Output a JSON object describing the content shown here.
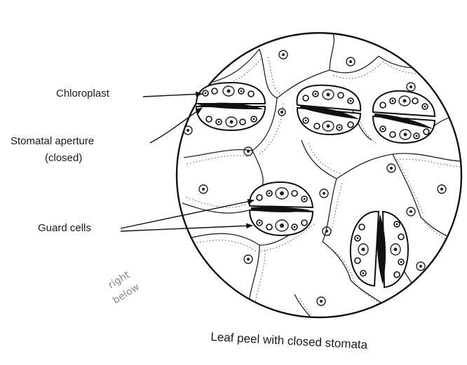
{
  "labels": {
    "chloroplast": "Chloroplast",
    "aperture_line1": "Stomatal aperture",
    "aperture_line2": "(closed)",
    "guard_cells": "Guard cells"
  },
  "caption": "Leaf peel with closed stomata",
  "handwriting": {
    "line1": "right",
    "line2": "below"
  }
}
